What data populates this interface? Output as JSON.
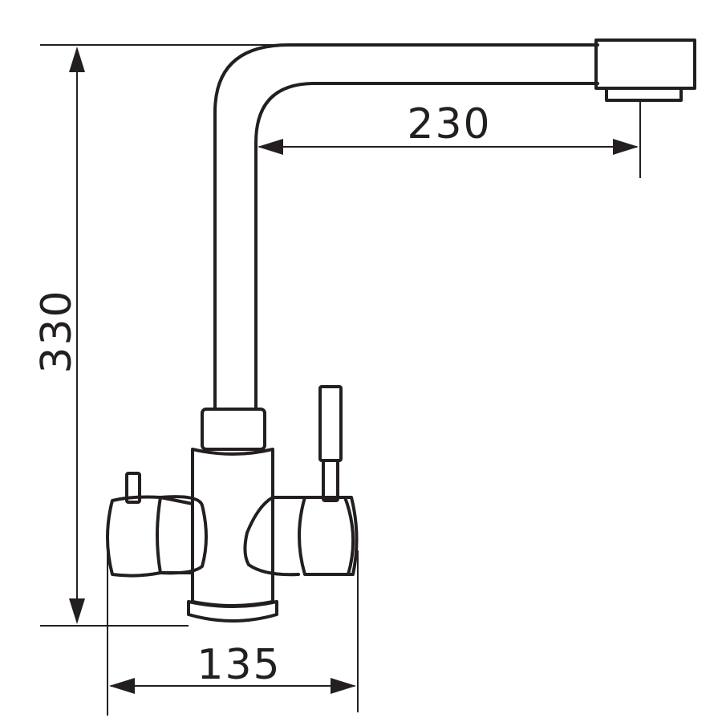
{
  "dimensions": {
    "spout_reach": "230",
    "height": "330",
    "base_width": "135"
  },
  "colors": {
    "line": "#231f20",
    "background": "#ffffff"
  }
}
